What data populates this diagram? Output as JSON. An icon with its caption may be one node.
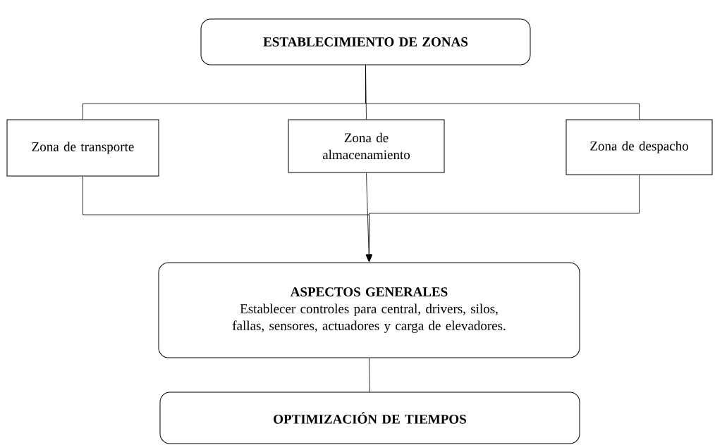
{
  "diagram": {
    "nodes": [
      {
        "text": [
          "ESTABLECIMIENTO DE ZONAS"
        ]
      },
      {
        "text": [
          "Zona de transporte"
        ]
      },
      {
        "text": [
          "Zona de almacenamiento"
        ]
      },
      {
        "text": [
          "Zona de despacho"
        ]
      },
      {
        "text": [
          "ASPECTOS GENERALES",
          "Establecer controles para central, drivers, silos, fallas, sensores, actuadores y carga de elevadores."
        ]
      },
      {
        "text": [
          "OPTIMIZACIÓN DE TIEMPOS"
        ]
      }
    ],
    "edges": [
      {
        "from": 0,
        "to": 1,
        "arrow": "none"
      },
      {
        "from": 0,
        "to": 2,
        "arrow": "none"
      },
      {
        "from": 0,
        "to": 3,
        "arrow": "none"
      },
      {
        "from": 1,
        "to": 4,
        "arrow": "to"
      },
      {
        "from": 2,
        "to": 4,
        "arrow": "to"
      },
      {
        "from": 3,
        "to": 4,
        "arrow": "to"
      },
      {
        "from": 4,
        "to": 5,
        "arrow": "none"
      }
    ]
  }
}
